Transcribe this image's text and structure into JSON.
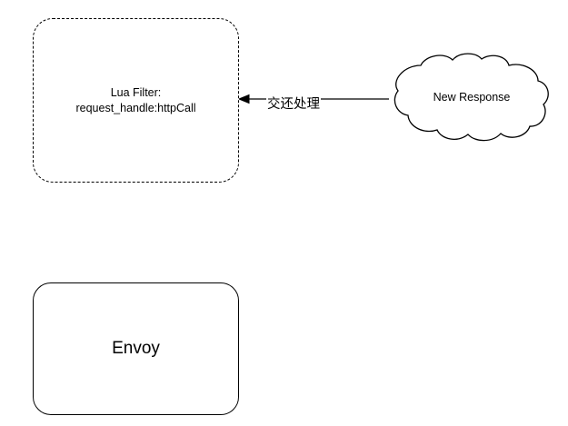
{
  "diagram": {
    "type": "flow-diagram",
    "background_color": "#ffffff",
    "stroke_color": "#000000",
    "nodes": [
      {
        "id": "lua-filter",
        "shape": "rounded-rectangle-dashed",
        "label": "Lua Filter:\nrequest_handle:httpCall"
      },
      {
        "id": "envoy",
        "shape": "rounded-rectangle",
        "label": "Envoy"
      },
      {
        "id": "new-response",
        "shape": "cloud",
        "label": "New Response"
      }
    ],
    "edges": [
      {
        "id": "response-to-lua",
        "from": "new-response",
        "to": "lua-filter",
        "label": "交还处理",
        "arrow": "left"
      }
    ]
  }
}
